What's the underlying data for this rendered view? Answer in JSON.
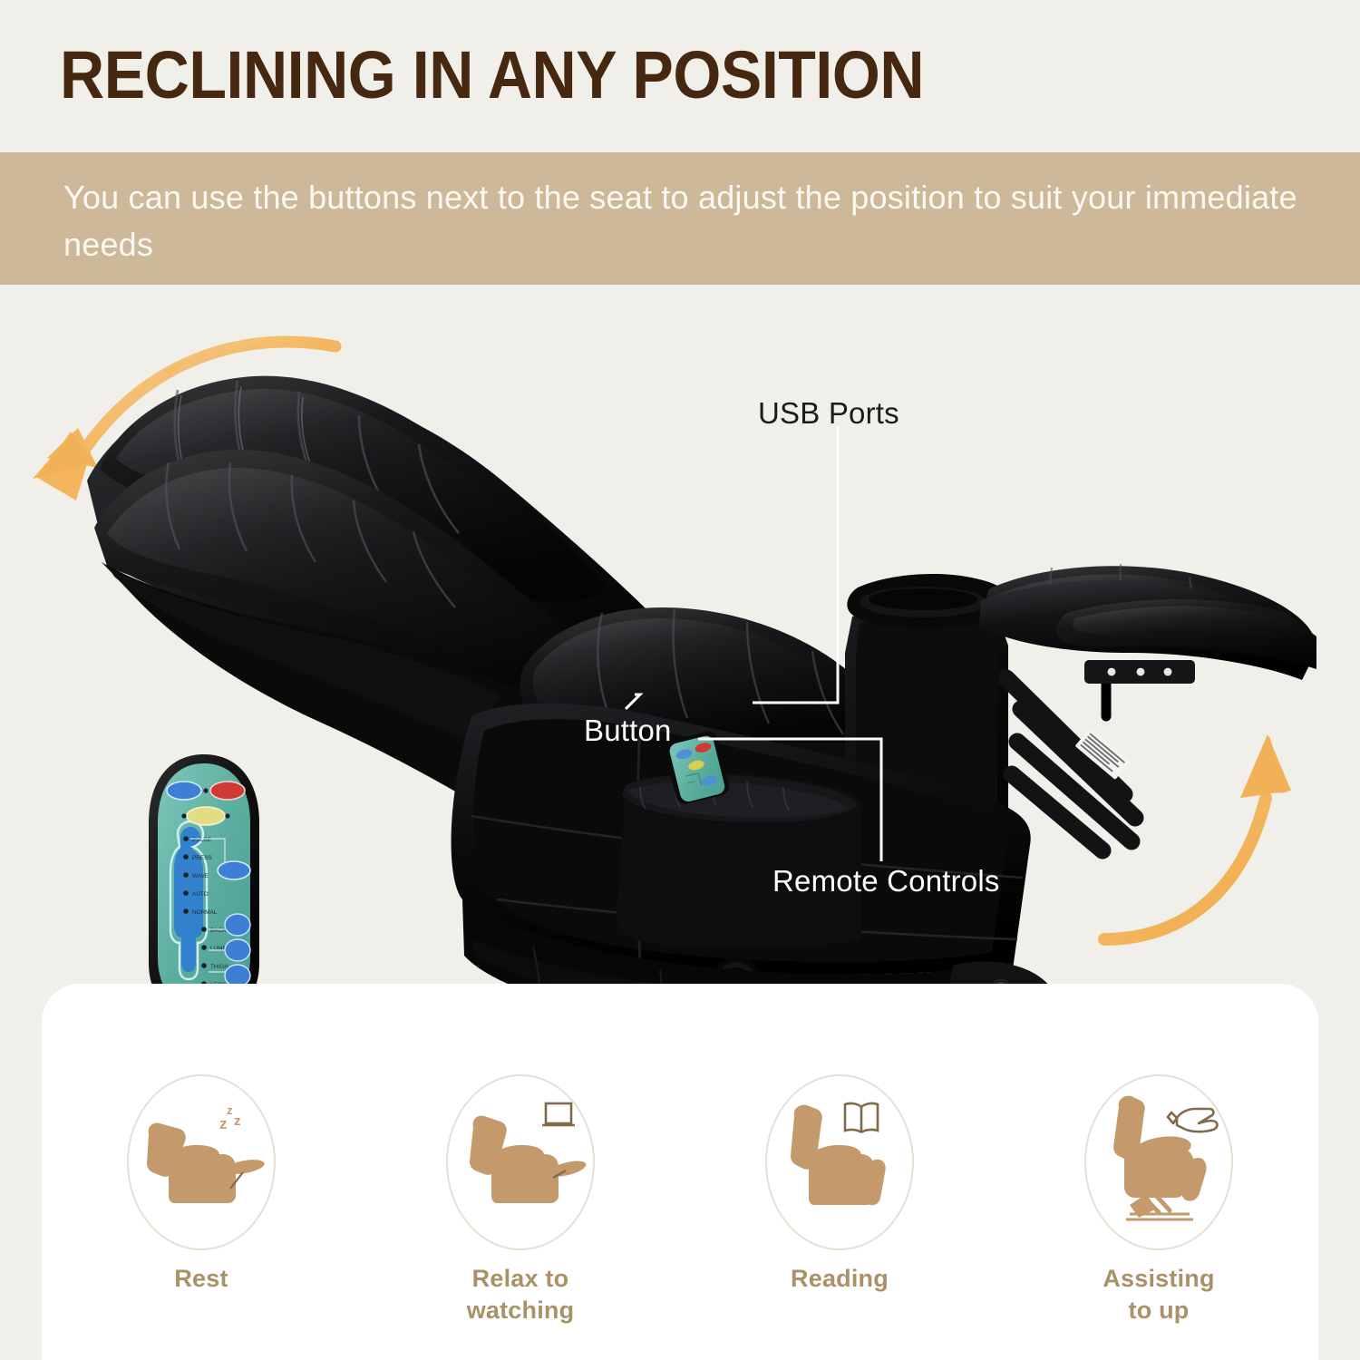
{
  "header": {
    "title": "RECLINING IN ANY POSITION",
    "subtitle": "You can use the buttons next to the seat to adjust the position to suit your immediate needs"
  },
  "colors": {
    "page_background": "#f1efea",
    "band_background": "#cdb89a",
    "title_text": "#45280f",
    "subtitle_text": "#fbf8f2",
    "card_background": "#ffffff",
    "feature_label": "#a99168",
    "feature_icon": "#c49a6c",
    "feature_circle_border": "#e7e0d3",
    "arrow": "#f0b45f",
    "callout_text_light": "#ffffff",
    "callout_text_dark": "#1b1b1b",
    "chair_leather": "#111111",
    "remote_face": "#58b0a6"
  },
  "callouts": [
    {
      "id": "usb",
      "label": "USB Ports",
      "style": "dark"
    },
    {
      "id": "button",
      "label": "Button",
      "style": "light"
    },
    {
      "id": "remote",
      "label": "Remote Controls",
      "style": "light"
    }
  ],
  "arrows": [
    {
      "name": "recline-back-arrow",
      "direction": "down-left"
    },
    {
      "name": "footrest-up-arrow",
      "direction": "up-right"
    }
  ],
  "features": [
    {
      "label": "Rest",
      "icon": "recliner-sleep-icon",
      "accessory": "zzz"
    },
    {
      "label": "Relax to\nwatching",
      "icon": "recliner-tv-icon",
      "accessory": "tv"
    },
    {
      "label": "Reading",
      "icon": "recliner-book-icon",
      "accessory": "book"
    },
    {
      "label": "Assisting\nto up",
      "icon": "recliner-lift-icon",
      "accessory": "hand"
    }
  ],
  "product": {
    "name": "power-lift-recliner",
    "remote_buttons": [
      "blue-oval",
      "red-oval",
      "yellow-oval",
      "blue-round"
    ]
  }
}
